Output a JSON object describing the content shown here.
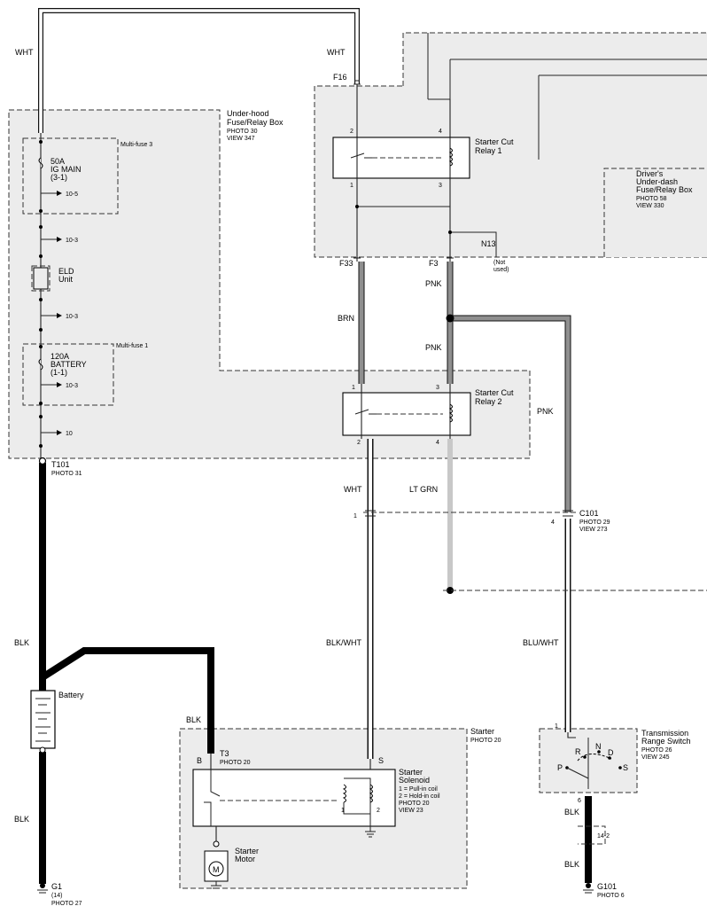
{
  "wire_colors": {
    "wht": "WHT",
    "brn": "BRN",
    "pnk": "PNK",
    "lt_grn": "LT GRN",
    "blk": "BLK",
    "blk_wht": "BLK/WHT",
    "blu_wht": "BLU/WHT"
  },
  "underhood_box": {
    "title": "Under-hood",
    "title2": "Fuse/Relay Box",
    "photo": "PHOTO 30",
    "view": "VIEW 347"
  },
  "multifuse3": {
    "label": "Multi-fuse 3",
    "rating": "50A",
    "name": "IG MAIN",
    "ref": "(3-1)",
    "branch": "10-5"
  },
  "branch_a": "10-3",
  "eld": {
    "line1": "ELD",
    "line2": "Unit"
  },
  "branch_b": "10-3",
  "multifuse1": {
    "label": "Multi-fuse 1",
    "rating": "120A",
    "name": "BATTERY",
    "ref": "(1-1)",
    "branch": "10-3"
  },
  "branch_c": "10",
  "t101": {
    "label": "T101",
    "photo": "PHOTO 31"
  },
  "battery": {
    "label": "Battery"
  },
  "g1": {
    "label": "G1",
    "ref": "(14)",
    "photo": "PHOTO 27"
  },
  "f16": "F16",
  "relay1": {
    "line1": "Starter Cut",
    "line2": "Relay 1",
    "pin_tl": "2",
    "pin_tr": "4",
    "pin_bl": "1",
    "pin_br": "3"
  },
  "dash_box": {
    "line1": "Driver's",
    "line2": "Under-dash",
    "line3": "Fuse/Relay Box",
    "photo": "PHOTO 58",
    "view": "VIEW 330"
  },
  "n13": {
    "label": "N13",
    "note1": "(Not",
    "note2": "used)"
  },
  "f33": "F33",
  "f3": "F3",
  "relay2": {
    "line1": "Starter Cut",
    "line2": "Relay 2",
    "pin_tl": "1",
    "pin_tr": "3",
    "pin_bl": "2",
    "pin_br": "4"
  },
  "c101": {
    "label": "C101",
    "photo": "PHOTO 29",
    "view": "VIEW 273",
    "pin_left": "1",
    "pin_right": "4"
  },
  "starter": {
    "label": "Starter",
    "photo": "PHOTO 20",
    "t3": "T3",
    "t3_photo": "PHOTO 20",
    "term_b": "B",
    "term_s": "S"
  },
  "solenoid": {
    "line1": "Starter",
    "line2": "Solenoid",
    "coil1": "1 = Pull-in coil",
    "coil2": "2 = Hold-in coil",
    "photo": "PHOTO 20",
    "view": "VIEW 23",
    "n1": "1",
    "n2": "2"
  },
  "motor": {
    "line1": "Starter",
    "line2": "Motor",
    "symbol": "M"
  },
  "trs": {
    "line1": "Transmission",
    "line2": "Range Switch",
    "photo": "PHOTO 26",
    "view": "VIEW 245",
    "pin_in": "1",
    "pin_out": "6",
    "pos_r": "R",
    "pos_n": "N",
    "pos_d": "D",
    "pos_p": "P",
    "pos_s": "S"
  },
  "conn_14_2": "14-2",
  "g101": {
    "label": "G101",
    "photo": "PHOTO 6"
  }
}
